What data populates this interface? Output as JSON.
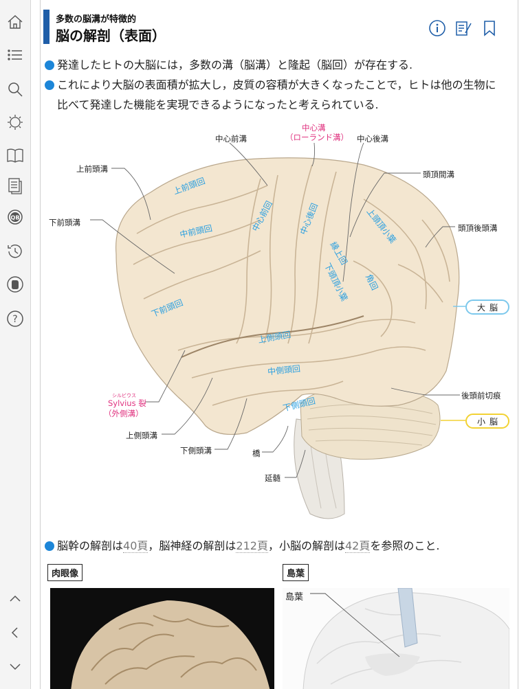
{
  "sidebar": {
    "items": [
      {
        "name": "home-icon"
      },
      {
        "name": "list-icon"
      },
      {
        "name": "search-icon"
      },
      {
        "name": "gear-icon"
      },
      {
        "name": "book-icon"
      },
      {
        "name": "document-icon"
      },
      {
        "name": "qb-icon"
      },
      {
        "name": "history-icon"
      },
      {
        "name": "evernote-icon"
      },
      {
        "name": "help-icon"
      },
      {
        "name": "chevron-up-icon"
      },
      {
        "name": "chevron-left-icon"
      },
      {
        "name": "chevron-down-icon"
      }
    ]
  },
  "header": {
    "subtitle": "多数の脳溝が特徴的",
    "title": "脳の解剖（表面）",
    "icons": [
      "info-icon",
      "note-icon",
      "bookmark-icon"
    ]
  },
  "bullets": [
    "発達したヒトの大脳には，多数の溝（脳溝）と隆起（脳回）が存在する.",
    "これにより大脳の表面積が拡大し，皮質の容積が大きくなったことで，ヒトは他の生物に比べて発達した機能を実現できるようになったと考えられている."
  ],
  "figure": {
    "labels": {
      "central_sulcus": "中心溝",
      "rolando": "（ローランド溝）",
      "precentral_sulcus": "中心前溝",
      "postcentral_sulcus": "中心後溝",
      "superior_frontal_sulcus": "上前頭溝",
      "inferior_frontal_sulcus": "下前頭溝",
      "intraparietal_sulcus": "頭頂間溝",
      "parieto_occipital_sulcus": "頭頂後頭溝",
      "preoccipital_notch": "後頭前切痕",
      "sylvius_ruby": "シルビウス",
      "sylvius": "Sylvius 裂",
      "lateral_sulcus": "（外側溝）",
      "superior_temporal_sulcus": "上側頭溝",
      "inferior_temporal_sulcus": "下側頭溝",
      "pons": "橋",
      "medulla": "延髄"
    },
    "gyri": {
      "superior_frontal": "上前頭回",
      "middle_frontal": "中前頭回",
      "inferior_frontal": "下前頭回",
      "precentral": "中心前回",
      "postcentral": "中心後回",
      "superior_parietal": "上頭頂小葉",
      "supramarginal": "縁上回",
      "inferior_parietal": "下頭頂小葉",
      "angular": "角回",
      "superior_temporal": "上側頭回",
      "middle_temporal": "中側頭回",
      "inferior_temporal": "下側頭回"
    },
    "pills": {
      "cerebrum": "大脳",
      "cerebellum": "小脳"
    }
  },
  "references": {
    "prefix": "脳幹の解剖は",
    "link1": "40頁",
    "mid1": "，脳神経の解剖は",
    "link2": "212頁",
    "mid2": "，小脳の解剖は",
    "link3": "42頁",
    "suffix": "を参照のこと."
  },
  "sections": {
    "photo_tag": "肉眼像",
    "insula_tag": "島葉",
    "insula_label": "島葉"
  },
  "colors": {
    "accent_bar": "#1f5ea8",
    "bullet": "#1d86d8",
    "gyrus_label": "#2a9fe0",
    "highlight": "#e0327f",
    "cerebrum_pill": "#7cc8ec",
    "cerebellum_pill": "#f2d233",
    "brain_fill": "#f3e6d0"
  }
}
